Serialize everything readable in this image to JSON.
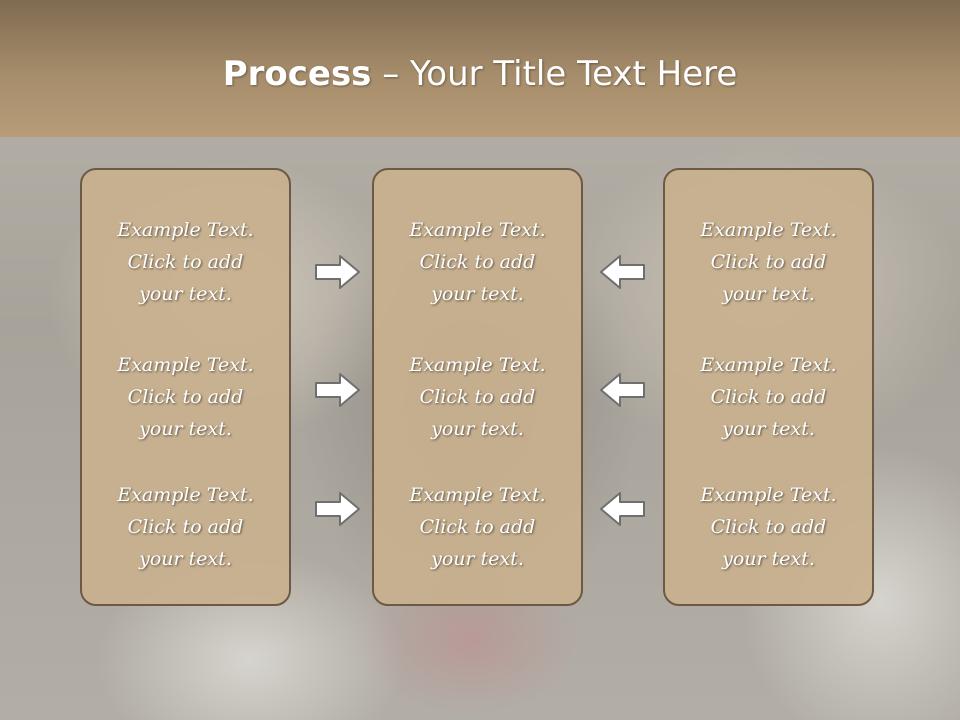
{
  "title": {
    "bold": "Process",
    "rest": " – Your Title Text Here"
  },
  "panels": [
    {
      "items": [
        "Example Text.\nClick  to add\nyour text.",
        "Example Text.\nClick  to add\nyour text.",
        "Example Text.\nClick  to add\nyour text."
      ]
    },
    {
      "items": [
        "Example Text.\nClick  to add\nyour text.",
        "Example Text.\nClick  to add\nyour text.",
        "Example Text.\nClick  to add\nyour text."
      ]
    },
    {
      "items": [
        "Example Text.\nClick  to add\nyour text.",
        "Example Text.\nClick  to add\nyour text.",
        "Example Text.\nClick  to add\nyour text."
      ]
    }
  ],
  "arrows": {
    "left_column": "arrow-right-icon",
    "right_column": "arrow-left-icon"
  },
  "colors": {
    "header": "#a68d6b",
    "panel_fill": "#c8b08e",
    "panel_border": "#6c5a44",
    "text": "#ffffff"
  }
}
